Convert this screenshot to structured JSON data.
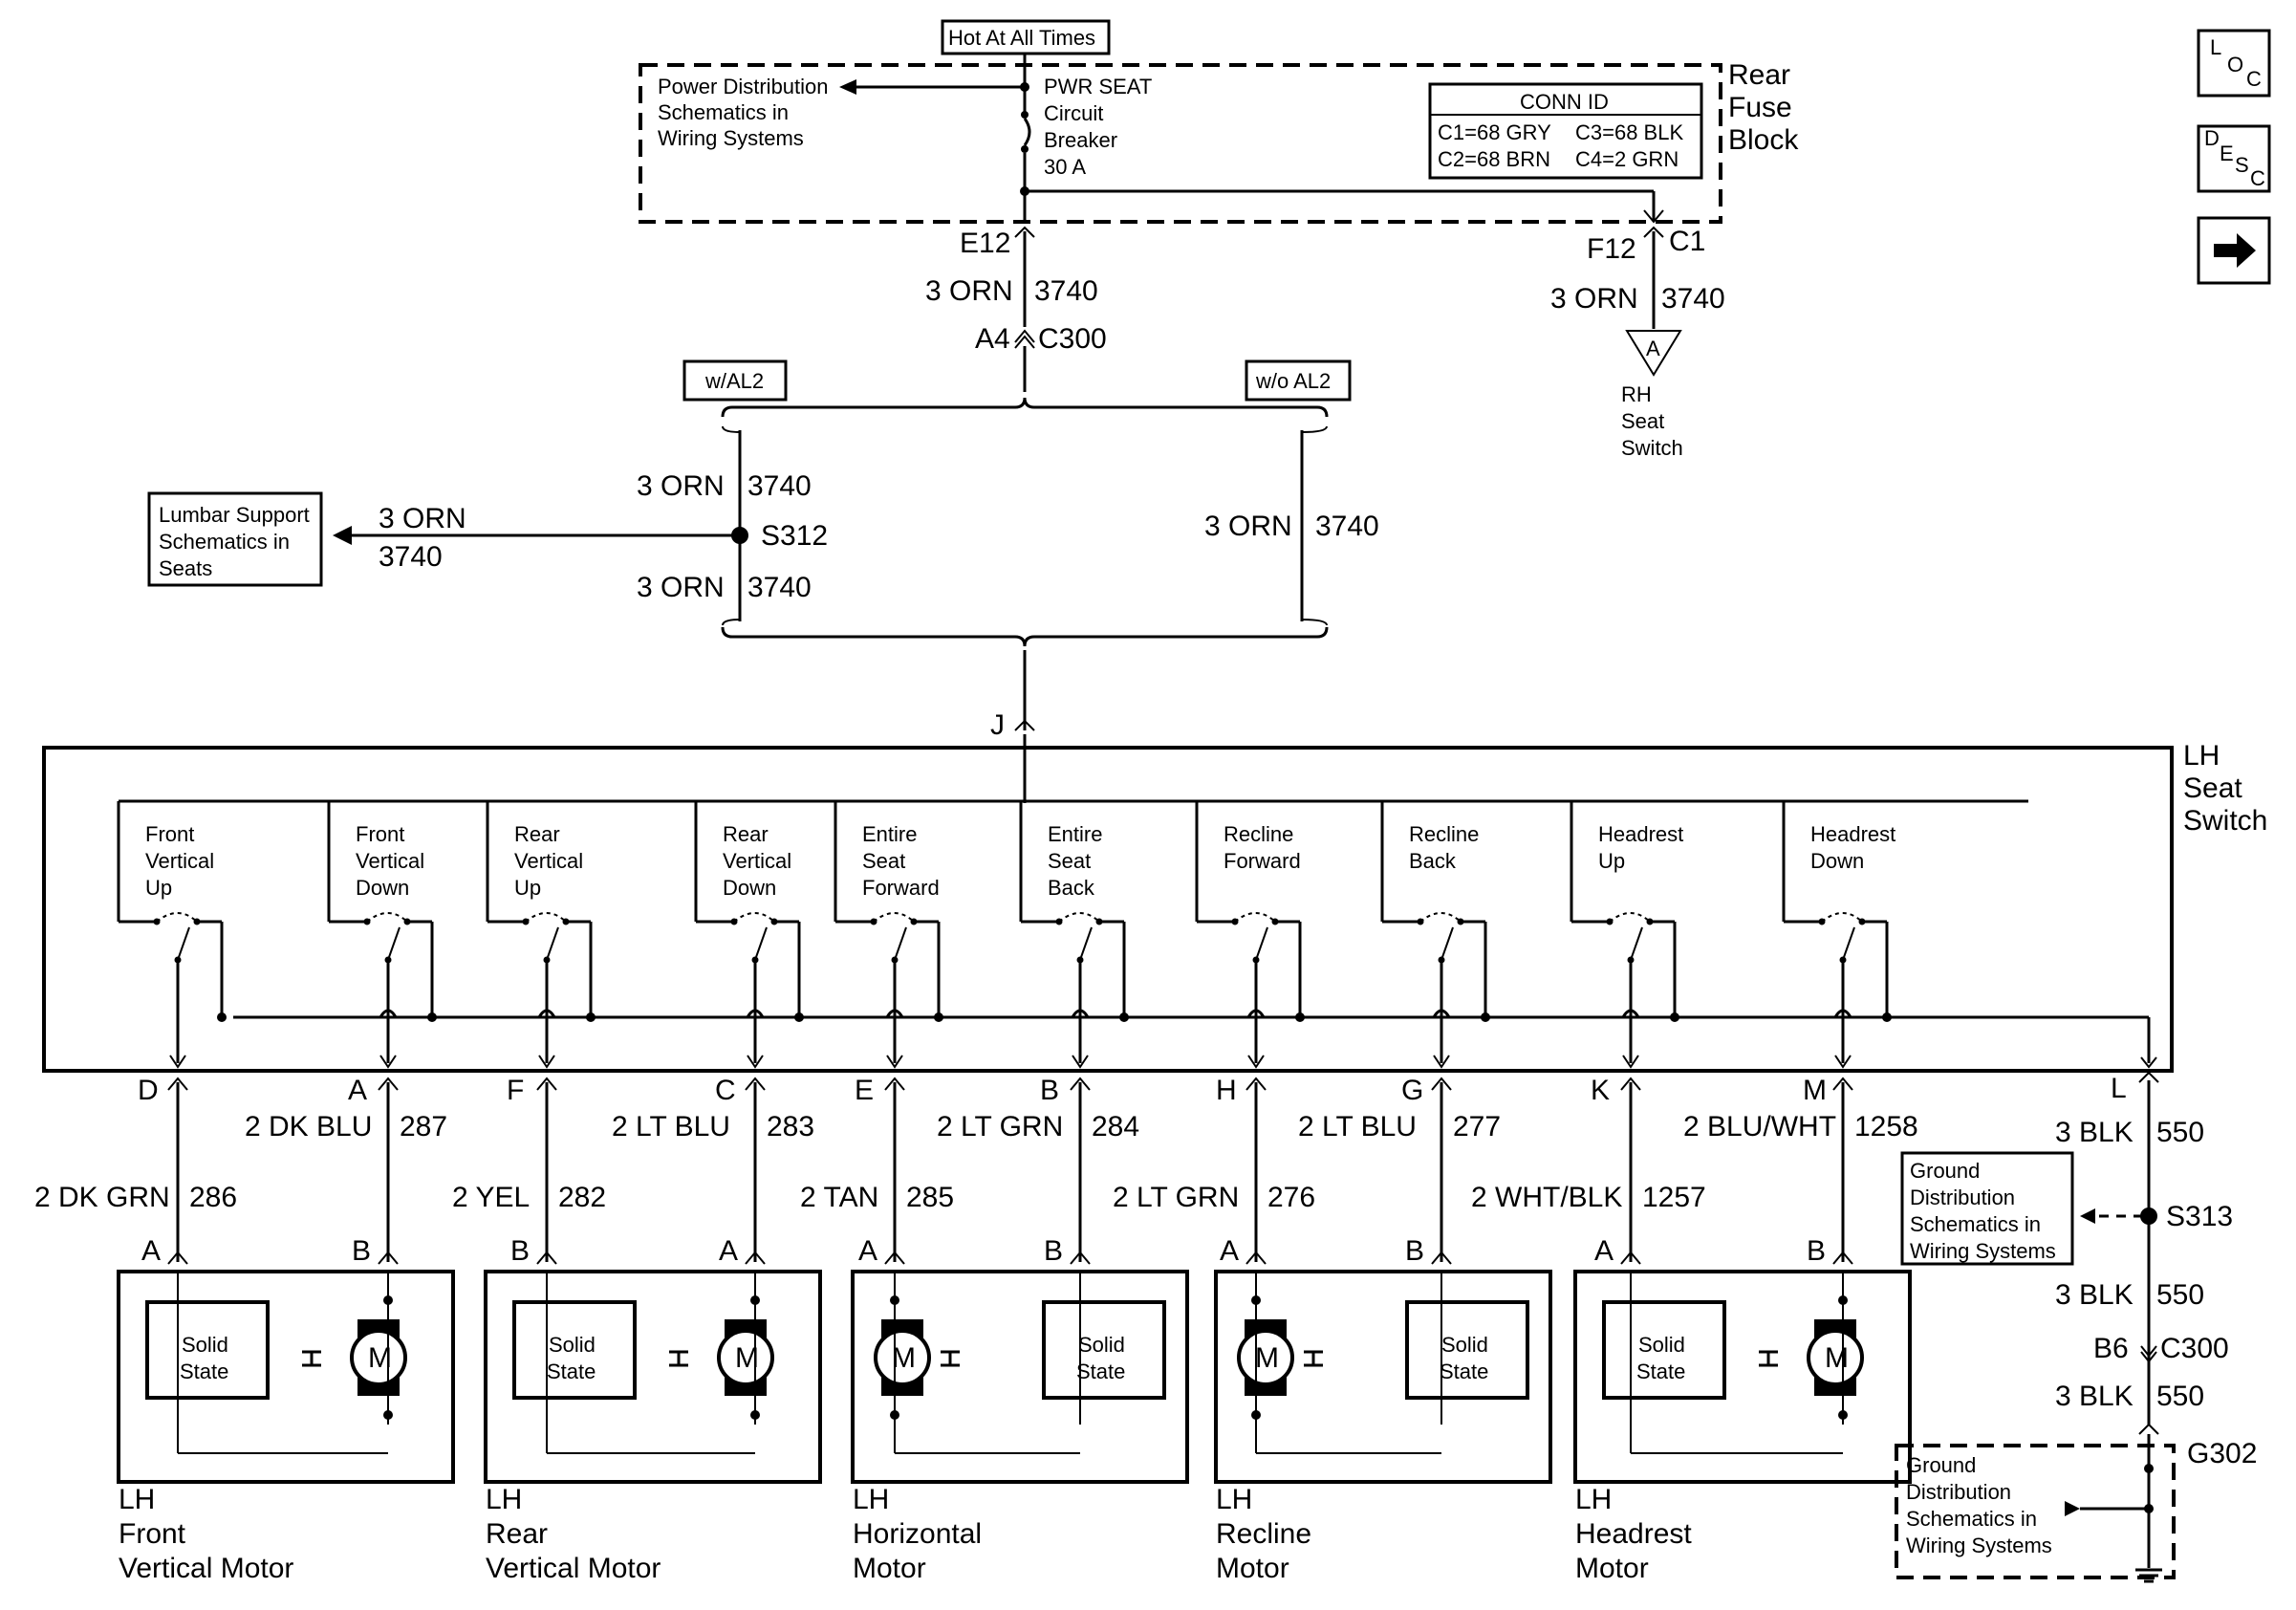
{
  "header": {
    "hot_at_all_times": "Hot At All Times",
    "fuse_block_label": [
      "Rear",
      "Fuse",
      "Block"
    ],
    "pdist_text": [
      "Power Distribution",
      "Schematics in",
      "Wiring Systems"
    ],
    "breaker_text": [
      "PWR SEAT",
      "Circuit",
      "Breaker",
      "30 A"
    ],
    "conn_id": {
      "title": "CONN ID",
      "c1": "C1=68 GRY",
      "c2": "C2=68 BRN",
      "c3": "C3=68 BLK",
      "c4": "C4=2 GRN"
    }
  },
  "nav": {
    "loc": [
      "L",
      "O",
      "C"
    ],
    "desc": [
      "D",
      "E",
      "S",
      "C"
    ],
    "next_arrow": "➡"
  },
  "feed": {
    "e12": "E12",
    "f12": "F12",
    "c1": "C1",
    "wire_3orn": "3 ORN",
    "wire_3740": "3740",
    "a4": "A4",
    "c300": "C300",
    "triangle_label": "A",
    "rh_seat_switch": [
      "RH",
      "Seat",
      "Switch"
    ]
  },
  "options": {
    "w_al2": "w/AL2",
    "wo_al2": "w/o AL2"
  },
  "lumbar": {
    "box": [
      "Lumbar Support",
      "Schematics in",
      "Seats"
    ],
    "wire_color": "3 ORN",
    "wire_num": "3740"
  },
  "splice": {
    "s312": "S312",
    "top_color": "3 ORN",
    "top_num": "3740",
    "bottom_color": "3 ORN",
    "bottom_num": "3740",
    "right_color": "3 ORN",
    "right_num": "3740"
  },
  "switch_assembly": {
    "pin_j": "J",
    "label": [
      "LH",
      "Seat",
      "Switch"
    ],
    "switches": [
      {
        "label": [
          "Front",
          "Vertical",
          "Up"
        ]
      },
      {
        "label": [
          "Front",
          "Vertical",
          "Down"
        ]
      },
      {
        "label": [
          "Rear",
          "Vertical",
          "Up"
        ]
      },
      {
        "label": [
          "Rear",
          "Vertical",
          "Down"
        ]
      },
      {
        "label": [
          "Entire",
          "Seat",
          "Forward"
        ]
      },
      {
        "label": [
          "Entire",
          "Seat",
          "Back"
        ]
      },
      {
        "label": [
          "Recline",
          "Forward"
        ]
      },
      {
        "label": [
          "Recline",
          "Back"
        ]
      },
      {
        "label": [
          "Headrest",
          "Up"
        ]
      },
      {
        "label": [
          "Headrest",
          "Down"
        ]
      }
    ]
  },
  "pins": [
    {
      "pin": "D",
      "wire": "2 DK GRN",
      "num": "286",
      "motor_pin": "A"
    },
    {
      "pin": "A",
      "wire": "2 DK BLU",
      "num": "287",
      "motor_pin": "B"
    },
    {
      "pin": "F",
      "wire": "2 YEL",
      "num": "282",
      "motor_pin": "B"
    },
    {
      "pin": "C",
      "wire": "2 LT BLU",
      "num": "283",
      "motor_pin": "A"
    },
    {
      "pin": "E",
      "wire": "2 TAN",
      "num": "285",
      "motor_pin": "A"
    },
    {
      "pin": "B",
      "wire": "2 LT GRN",
      "num": "284",
      "motor_pin": "B"
    },
    {
      "pin": "H",
      "wire": "2 LT GRN",
      "num": "276",
      "motor_pin": "A"
    },
    {
      "pin": "G",
      "wire": "2 LT BLU",
      "num": "277",
      "motor_pin": "B"
    },
    {
      "pin": "K",
      "wire": "2 WHT/BLK",
      "num": "1257",
      "motor_pin": "A"
    },
    {
      "pin": "M",
      "wire": "2 BLU/WHT",
      "num": "1258",
      "motor_pin": "B"
    }
  ],
  "motors": [
    {
      "label": [
        "LH",
        "Front",
        "Vertical Motor"
      ],
      "solid_state": [
        "Solid",
        "State"
      ],
      "m": "M"
    },
    {
      "label": [
        "LH",
        "Rear",
        "Vertical Motor"
      ],
      "solid_state": [
        "Solid",
        "State"
      ],
      "m": "M"
    },
    {
      "label": [
        "LH",
        "Horizontal",
        "Motor"
      ],
      "solid_state": [
        "Solid",
        "State"
      ],
      "m": "M"
    },
    {
      "label": [
        "LH",
        "Recline",
        "Motor"
      ],
      "solid_state": [
        "Solid",
        "State"
      ],
      "m": "M"
    },
    {
      "label": [
        "LH",
        "Headrest",
        "Motor"
      ],
      "solid_state": [
        "Solid",
        "State"
      ],
      "m": "M"
    }
  ],
  "ground": {
    "pin_l": "L",
    "wire1": "3 BLK",
    "num1": "550",
    "gdist1": [
      "Ground",
      "Distribution",
      "Schematics in",
      "Wiring Systems"
    ],
    "s313": "S313",
    "wire2": "3 BLK",
    "num2": "550",
    "b6": "B6",
    "c300": "C300",
    "wire3": "3 BLK",
    "num3": "550",
    "g302": "G302",
    "gdist2": [
      "Ground",
      "Distribution",
      "Schematics in",
      "Wiring Systems"
    ]
  }
}
